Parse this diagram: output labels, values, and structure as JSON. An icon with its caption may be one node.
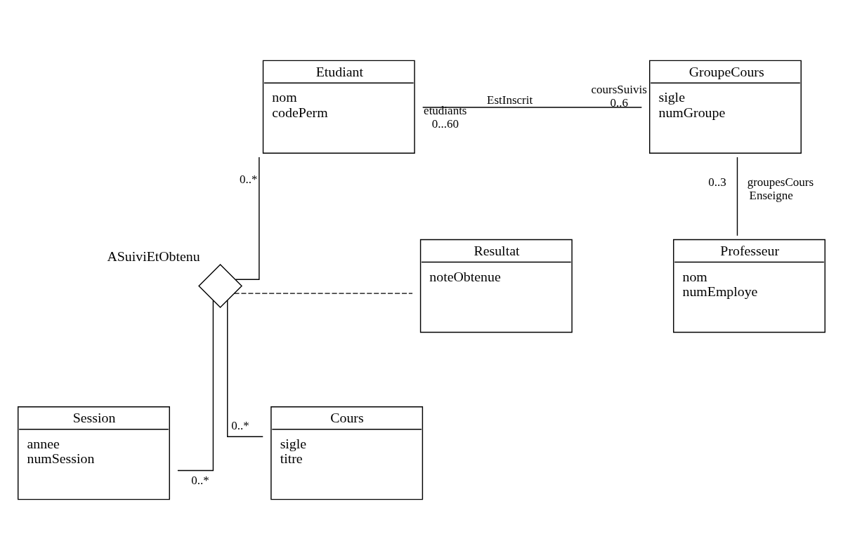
{
  "diagram": {
    "nodes": [
      {
        "text": [
          "Etudiant",
          "nom",
          "codePerm"
        ]
      },
      {
        "text": [
          "GroupeCours",
          "sigle",
          "numGroupe"
        ]
      },
      {
        "text": [
          "Resultat",
          "noteObtenue"
        ]
      },
      {
        "text": [],
        "shape": "diamond",
        "beside": [
          "ASuiviEtObtenu"
        ]
      },
      {
        "text": [
          "Session",
          "annee",
          "numSession"
        ]
      },
      {
        "text": [
          "Cours",
          "sigle",
          "titre"
        ]
      },
      {
        "text": [
          "Professeur",
          "nom",
          "numEmploye"
        ]
      }
    ],
    "edges": [
      {
        "from": 0,
        "to": 1,
        "arrow": "none",
        "label": "EstInscrit"
      },
      {
        "from": 1,
        "to": 6,
        "arrow": "none",
        "label": "Enseigne"
      },
      {
        "from": 0,
        "to": 3,
        "arrow": "none"
      },
      {
        "from": 3,
        "to": 4,
        "arrow": "none"
      },
      {
        "from": 3,
        "to": 5,
        "arrow": "none"
      },
      {
        "from": 3,
        "to": 2,
        "arrow": "none",
        "style": "dashed"
      }
    ],
    "labels": [
      "etudiants",
      "coursSuivis",
      "0...60",
      "0..6",
      "0..3",
      "groupesCours",
      "0..*",
      "0..*",
      "0..*"
    ]
  }
}
